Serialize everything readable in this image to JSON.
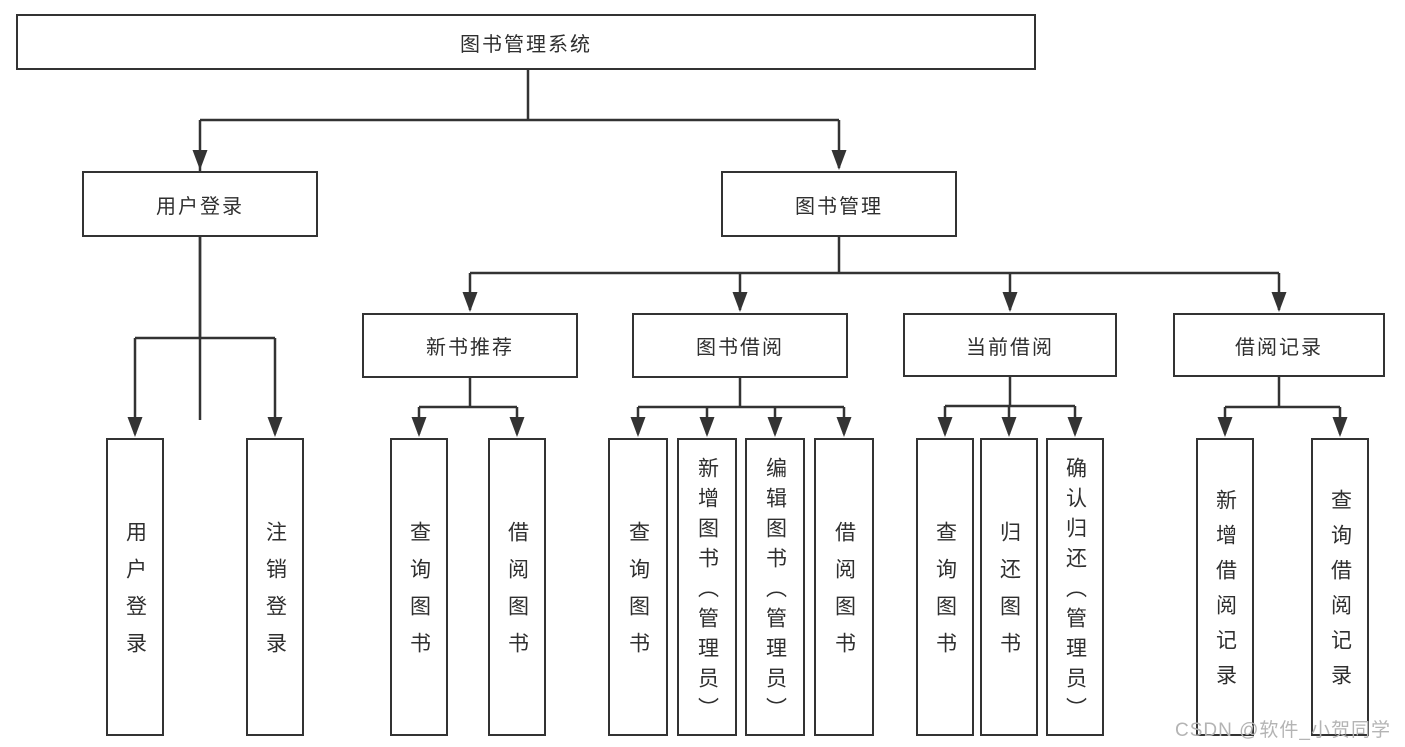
{
  "tree": {
    "label": "图书管理系统",
    "children": [
      {
        "label": "用户登录",
        "children": [
          {
            "label": "用户登录"
          },
          {
            "label": "注销登录"
          }
        ]
      },
      {
        "label": "图书管理",
        "children": [
          {
            "label": "新书推荐",
            "children": [
              {
                "label": "查询图书"
              },
              {
                "label": "借阅图书"
              }
            ]
          },
          {
            "label": "图书借阅",
            "children": [
              {
                "label": "查询图书"
              },
              {
                "label": "新增图书（管理员）"
              },
              {
                "label": "编辑图书（管理员）"
              },
              {
                "label": "借阅图书"
              }
            ]
          },
          {
            "label": "当前借阅",
            "children": [
              {
                "label": "查询图书"
              },
              {
                "label": "归还图书"
              },
              {
                "label": "确认归还（管理员）"
              }
            ]
          },
          {
            "label": "借阅记录",
            "children": [
              {
                "label": "新增借阅记录"
              },
              {
                "label": "查询借阅记录"
              }
            ]
          }
        ]
      }
    ]
  },
  "watermark": {
    "text": "CSDN @软件_小贺同学"
  },
  "colors": {
    "line": "#333333",
    "box_border": "#333333",
    "text": "#2f2f2f",
    "watermark": "#b4b4b4",
    "background": "#ffffff"
  }
}
